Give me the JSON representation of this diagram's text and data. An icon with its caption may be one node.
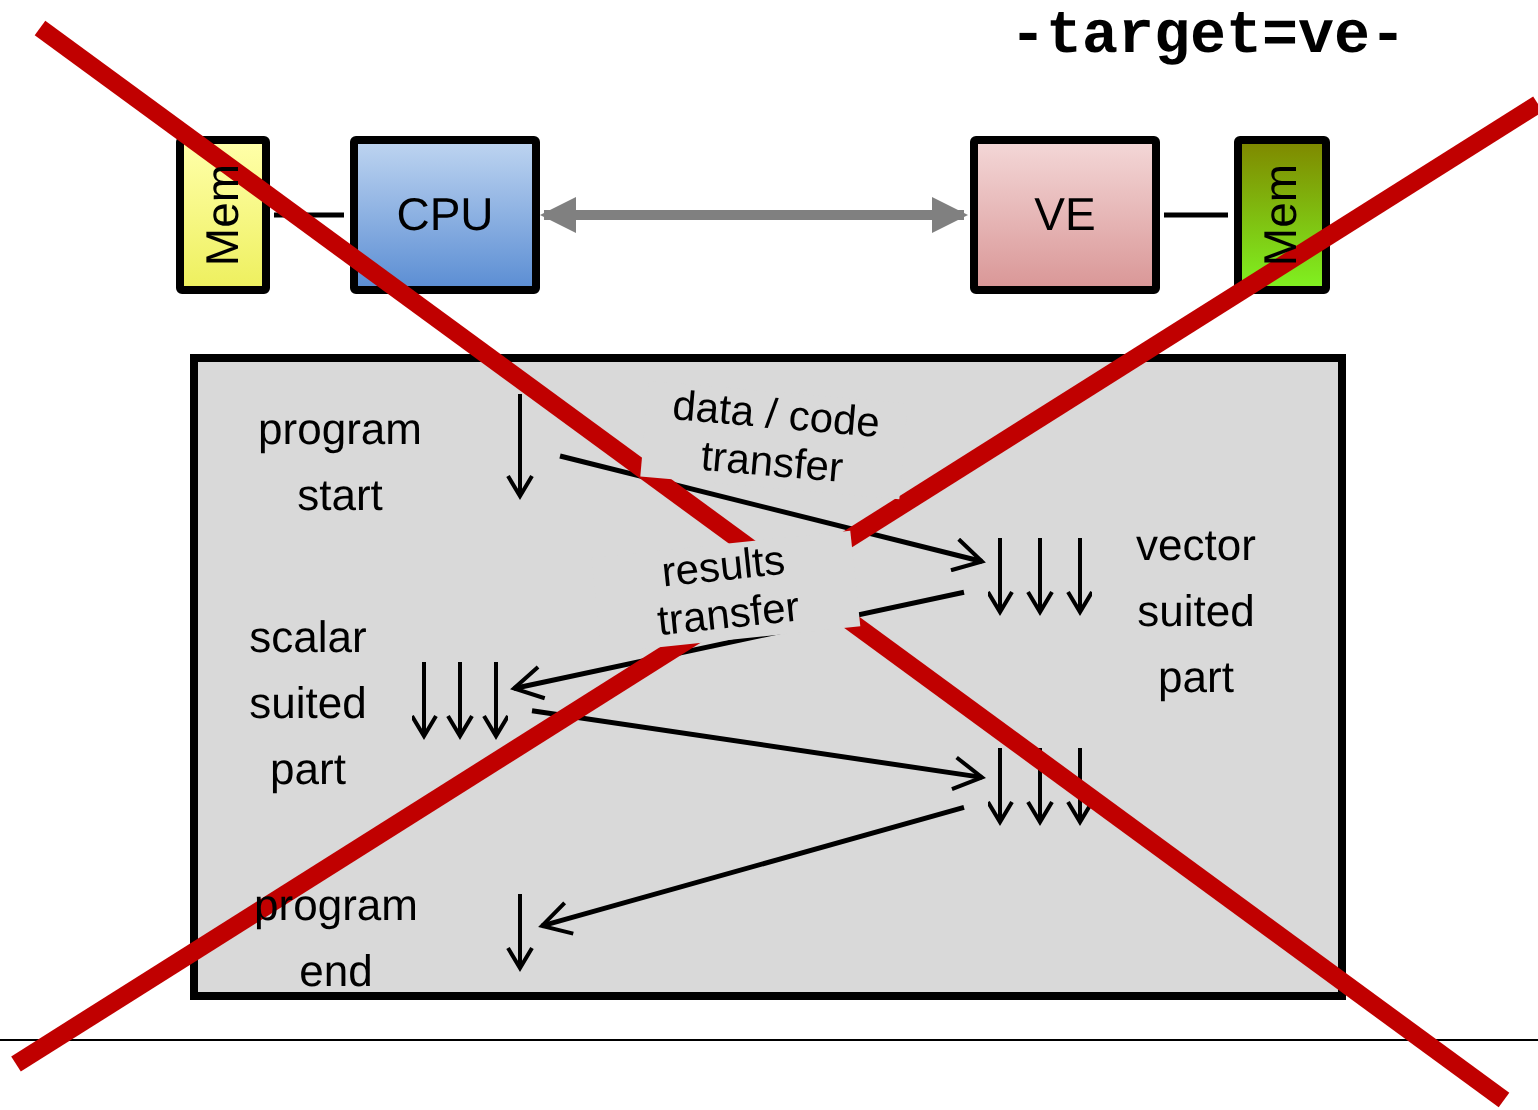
{
  "diagram": {
    "nodes": [
      {
        "text": [
          "Mem"
        ]
      },
      {
        "text": [
          "CPU"
        ]
      },
      {
        "text": [
          "VE"
        ]
      },
      {
        "text": [
          "Mem"
        ]
      },
      {
        "text": [],
        "shape": "box"
      },
      {
        "text": [
          "program start"
        ],
        "in": 4
      },
      {
        "text": [],
        "shape": "arrow",
        "in": 4
      },
      {
        "text": [],
        "shape": "arrow",
        "in": 4
      },
      {
        "text": [
          "vector suited part"
        ],
        "in": 4
      },
      {
        "text": [
          "scalar suited part"
        ],
        "in": 4
      },
      {
        "text": [],
        "shape": "arrow",
        "in": 4
      },
      {
        "text": [],
        "shape": "arrow",
        "in": 4
      },
      {
        "text": [
          "program end"
        ],
        "in": 4
      },
      {
        "text": [],
        "shape": "arrow",
        "in": 4
      }
    ],
    "edges": [
      {
        "from": 0,
        "to": 1,
        "arrow": "none"
      },
      {
        "from": 1,
        "to": 2,
        "arrow": "both",
        "style": "thick",
        "color": "#808080"
      },
      {
        "from": 2,
        "to": 3,
        "arrow": "none"
      },
      {
        "from": 6,
        "to": 7,
        "arrow": "to",
        "label": "data / code transfer"
      },
      {
        "from": 7,
        "to": 10,
        "arrow": "to",
        "label": "results transfer"
      },
      {
        "from": 10,
        "to": 11,
        "arrow": "to"
      },
      {
        "from": 11,
        "to": 13,
        "arrow": "to"
      }
    ],
    "labels": [
      "-target=ve-"
    ]
  }
}
